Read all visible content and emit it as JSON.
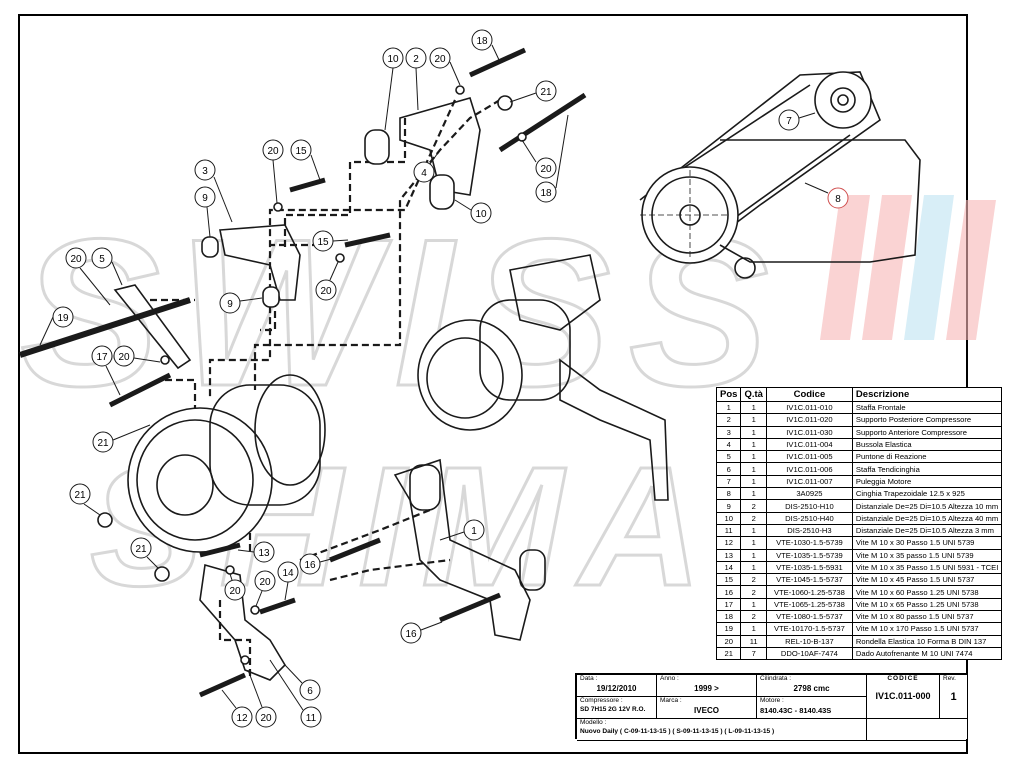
{
  "callouts": [
    "18",
    "10",
    "2",
    "20",
    "21",
    "20",
    "15",
    "3",
    "9",
    "4",
    "10",
    "20",
    "18",
    "15",
    "20",
    "5",
    "9",
    "20",
    "19",
    "17",
    "20",
    "21",
    "21",
    "21",
    "13",
    "20",
    "20",
    "14",
    "16",
    "1",
    "16",
    "6",
    "12",
    "20",
    "11",
    "7",
    "8"
  ],
  "parts_table": {
    "headers": {
      "pos": "Pos",
      "qta": "Q.tà",
      "codice": "Codice",
      "descrizione": "Descrizione"
    },
    "rows": [
      {
        "pos": "1",
        "qta": "1",
        "codice": "IV1C.011-010",
        "descrizione": "Staffa Frontale"
      },
      {
        "pos": "2",
        "qta": "1",
        "codice": "IV1C.011-020",
        "descrizione": "Supporto Posteriore Compressore"
      },
      {
        "pos": "3",
        "qta": "1",
        "codice": "IV1C.011-030",
        "descrizione": "Supporto Anteriore Compressore"
      },
      {
        "pos": "4",
        "qta": "1",
        "codice": "IV1C.011-004",
        "descrizione": "Bussola Elastica"
      },
      {
        "pos": "5",
        "qta": "1",
        "codice": "IV1C.011-005",
        "descrizione": "Puntone di Reazione"
      },
      {
        "pos": "6",
        "qta": "1",
        "codice": "IV1C.011-006",
        "descrizione": "Staffa Tendicinghia"
      },
      {
        "pos": "7",
        "qta": "1",
        "codice": "IV1C.011-007",
        "descrizione": "Puleggia Motore"
      },
      {
        "pos": "8",
        "qta": "1",
        "codice": "3A0925",
        "descrizione": "Cinghia Trapezoidale 12.5 x 925"
      },
      {
        "pos": "9",
        "qta": "2",
        "codice": "DIS-2510-H10",
        "descrizione": "Distanziale De=25 Di=10.5 Altezza 10 mm"
      },
      {
        "pos": "10",
        "qta": "2",
        "codice": "DIS-2510-H40",
        "descrizione": "Distanziale De=25 Di=10.5 Altezza 40 mm"
      },
      {
        "pos": "11",
        "qta": "1",
        "codice": "DIS-2510-H3",
        "descrizione": "Distanziale De=25 Di=10.5 Altezza 3 mm"
      },
      {
        "pos": "12",
        "qta": "1",
        "codice": "VTE-1030-1.5-5739",
        "descrizione": "Vite M 10 x 30 Passo 1.5 UNI 5739"
      },
      {
        "pos": "13",
        "qta": "1",
        "codice": "VTE-1035-1.5-5739",
        "descrizione": "Vite M 10 x 35 passo 1.5 UNI 5739"
      },
      {
        "pos": "14",
        "qta": "1",
        "codice": "VTE-1035-1.5-5931",
        "descrizione": "Vite M 10 x 35 Passo 1.5 UNI 5931 - TCEI"
      },
      {
        "pos": "15",
        "qta": "2",
        "codice": "VTE-1045-1.5-5737",
        "descrizione": "Vite M 10 x 45 Passo 1.5 UNI 5737"
      },
      {
        "pos": "16",
        "qta": "2",
        "codice": "VTE-1060-1.25-5738",
        "descrizione": "Vite M 10 x 60 Passo 1.25 UNI 5738"
      },
      {
        "pos": "17",
        "qta": "1",
        "codice": "VTE-1065-1.25-5738",
        "descrizione": "Vite M 10 x 65 Passo 1.25 UNI 5738"
      },
      {
        "pos": "18",
        "qta": "2",
        "codice": "VTE-1080-1.5-5737",
        "descrizione": "Vite M 10 x 80 passo 1.5 UNI 5737"
      },
      {
        "pos": "19",
        "qta": "1",
        "codice": "VTE-10170-1.5-5737",
        "descrizione": "Vite M 10 x 170 Passo 1.5 UNI 5737"
      },
      {
        "pos": "20",
        "qta": "11",
        "codice": "REL-10-B-137",
        "descrizione": "Rondella Elastica 10 Forma B DIN 137"
      },
      {
        "pos": "21",
        "qta": "7",
        "codice": "DDO-10AF-7474",
        "descrizione": "Dado Autofrenante M 10 UNI 7474"
      }
    ]
  },
  "title_block": {
    "data_label": "Data :",
    "data": "19/12/2010",
    "anno_label": "Anno :",
    "anno": "1999 >",
    "cilindrata_label": "Cilindrata :",
    "cilindrata": "2798 cmc",
    "codice_label": "CODICE",
    "codice": "IV1C.011-000",
    "rev_label": "Rev.",
    "rev": "1",
    "compressore_label": "Compressore :",
    "compressore": "SD 7H15 2G 12V R.O.",
    "marca_label": "Marca :",
    "marca": "IVECO",
    "motore_label": "Motore :",
    "motore": "8140.43C - 8140.43S",
    "modello_label": "Modello :",
    "modello": "Nuovo Daily ( C-09-11-13-15 ) ( S-09-11-13-15 ) ( L-09-11-13-15 )"
  },
  "watermark": {
    "line1": "SWISS",
    "line2": "SHIMA"
  },
  "colors": {
    "ink": "#1a1a1a",
    "watermark_stroke": "#d8d8d8",
    "accent_red": "#f7b6b6",
    "accent_blue": "#bfe3f2"
  }
}
